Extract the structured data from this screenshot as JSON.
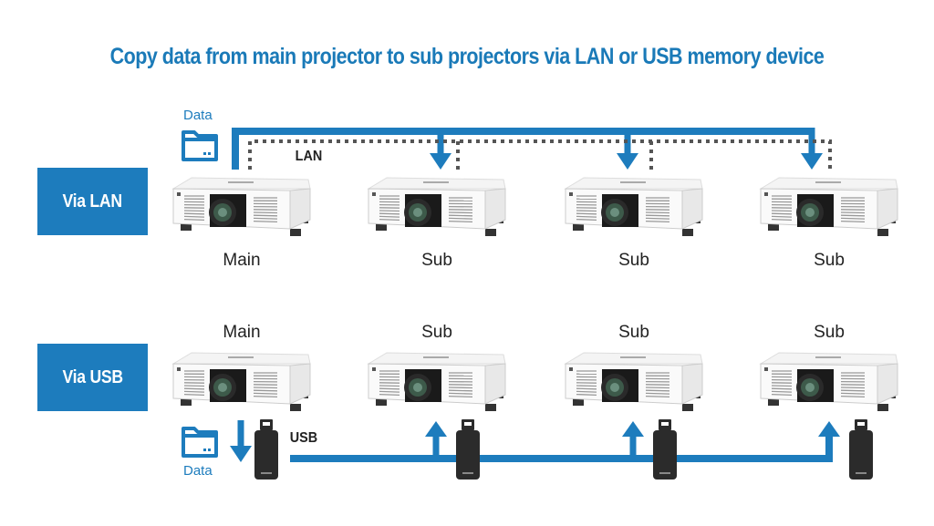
{
  "title": "Copy data from main projector to sub projectors via LAN or USB memory device",
  "colors": {
    "accent": "#1d7cbd",
    "title": "#1a7ab8",
    "text": "#222222",
    "usb_body": "#2b2b2b"
  },
  "lan_section": {
    "mode_label": "Via LAN",
    "data_label": "Data",
    "connection_label": "LAN",
    "projectors": [
      {
        "role": "Main"
      },
      {
        "role": "Sub"
      },
      {
        "role": "Sub"
      },
      {
        "role": "Sub"
      }
    ]
  },
  "usb_section": {
    "mode_label": "Via USB",
    "data_label": "Data",
    "connection_label": "USB",
    "projectors": [
      {
        "role": "Main"
      },
      {
        "role": "Sub"
      },
      {
        "role": "Sub"
      },
      {
        "role": "Sub"
      }
    ]
  },
  "icons": {
    "folder": "folder-icon",
    "projector": "projector-icon",
    "usb": "usb-drive-icon",
    "arrow_down": "arrow-down-icon",
    "arrow_up": "arrow-up-icon"
  }
}
